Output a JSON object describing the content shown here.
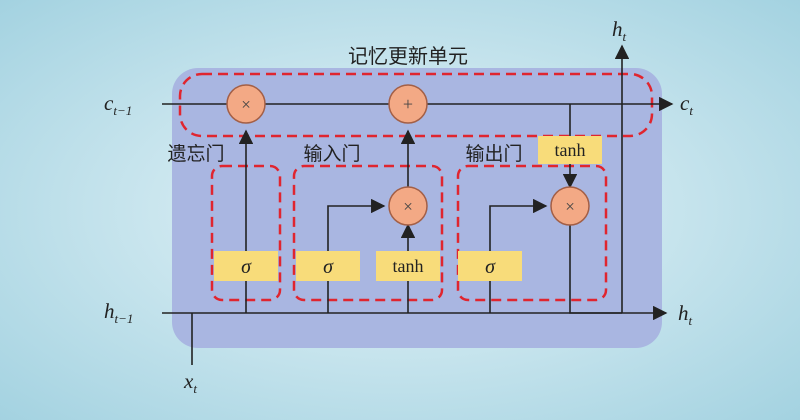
{
  "diagram": {
    "colors": {
      "background_edge": "#9fd0df",
      "background_center": "#e8f5f9",
      "cell_fill": "#a9b6e1",
      "gate_outline": "#e0252f",
      "op_circle_fill": "#f3a985",
      "op_circle_stroke": "#a35f46",
      "activation_fill": "#f8dc7a",
      "line": "#222222"
    },
    "titles": {
      "memory_update": "记忆更新单元",
      "forget_gate": "遗忘门",
      "input_gate": "输入门",
      "output_gate": "输出门"
    },
    "ops": {
      "forget_multiply": "×",
      "add": "+",
      "input_multiply": "×",
      "output_multiply": "×"
    },
    "activations": {
      "forget_sigma": "σ",
      "input_sigma": "σ",
      "input_tanh": "tanh",
      "output_sigma": "σ",
      "output_tanh": "tanh"
    },
    "labels": {
      "c_prev": {
        "base": "c",
        "sub": "t−1"
      },
      "c_next": {
        "base": "c",
        "sub": "t"
      },
      "h_prev": {
        "base": "h",
        "sub": "t−1"
      },
      "h_next": {
        "base": "h",
        "sub": "t"
      },
      "h_top": {
        "base": "h",
        "sub": "t"
      },
      "x_in": {
        "base": "x",
        "sub": "t"
      }
    }
  }
}
